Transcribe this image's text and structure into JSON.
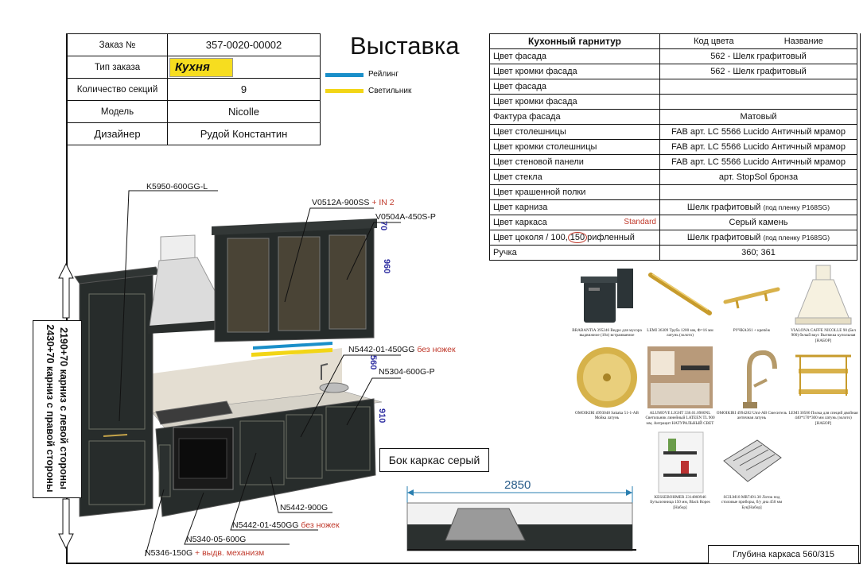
{
  "order": {
    "number_label": "Заказ №",
    "number_value": "357-0020-00002",
    "type_label": "Тип заказа",
    "type_value": "Кухня",
    "sections_label": "Количество секций",
    "sections_value": "9",
    "model_label": "Модель",
    "model_value": "Nicolle",
    "designer_label": "Дизайнер",
    "designer_value": "Рудой Константин"
  },
  "title": "Выставка",
  "legend": {
    "rail": "Рейлинг",
    "rail_color": "#1a8fc9",
    "light": "Светильник",
    "light_color": "#f2d516"
  },
  "spec": {
    "header_label": "Кухонный гарнитур",
    "header_code": "Код цвета",
    "header_name": "Название",
    "rows": [
      {
        "label": "Цвет фасада",
        "value": "562 - Шелк графитовый"
      },
      {
        "label": "Цвет кромки фасада",
        "value": "562 - Шелк графитовый"
      },
      {
        "label": "Цвет фасада",
        "value": ""
      },
      {
        "label": "Цвет кромки фасада",
        "value": ""
      },
      {
        "label": "Фактура фасада",
        "value": "Матовый"
      },
      {
        "label": "Цвет столешницы",
        "value": "FAB арт. LC 5566 Lucido Античный мрамор"
      },
      {
        "label": "Цвет кромки столешницы",
        "value": "FAB арт. LC 5566 Lucido Античный мрамор"
      },
      {
        "label": "Цвет стеновой панели",
        "value": "FAB арт. LC 5566 Lucido Античный мрамор"
      },
      {
        "label": "Цвет стекла",
        "value": "арт. StopSol бронза"
      },
      {
        "label": "Цвет крашенной полки",
        "value": ""
      },
      {
        "label": "Цвет карниза",
        "value": "Шелк графитовый",
        "note": "(под пленку P168SG)"
      },
      {
        "label": "Цвет каркаса",
        "value": "Серый камень",
        "tag": "Standard"
      },
      {
        "label_pre": "Цвет цоколя / 100,",
        "label_circ": "150",
        "label_post": "рифленный",
        "value": "Шелк графитовый",
        "note": "(под пленку P168SG)"
      },
      {
        "label": "Ручка",
        "value": "360; 361"
      }
    ]
  },
  "labels": {
    "hood": "K5950-600GG-L",
    "wall_glass": "V0512A-900SS",
    "wall_glass_extra": "+ IN 2",
    "wall_small": "V0504A-450S-P",
    "dim70": "70",
    "dim960": "960",
    "n5442_01_top": "N5442-01-450GG",
    "n5442_01_top_note": "без ножек",
    "dim560": "560",
    "n5304": "N5304-600G-P",
    "dim910": "910",
    "n5442_900": "N5442-900G",
    "n5442_01_bottom": "N5442-01-450GG",
    "n5442_01_bottom_note": "без ножек",
    "n5340": "N5340-05-600G",
    "n5346": "N5346-150G",
    "n5346_note": "+ выдв. механизм"
  },
  "side_text_line1": "2190+70 карниз с левой стороны",
  "side_text_line2": "2430+70 карниз с правой стороны",
  "bok_label": "Бок каркас серый",
  "plan_width": "2850",
  "depth_label": "Глубина каркаса 560/315",
  "products": [
    {
      "icon": "trash-bin-icon",
      "caption": "BRABANTIA 395246 Ведро для мусора выдвижное (10л) встраиваемое"
    },
    {
      "icon": "rail-tube-icon",
      "caption": "LEMI 36309 Труба 1200 мм, Ф=16 мм латунь (золото)"
    },
    {
      "icon": "handle-icon",
      "caption": "РУЧКА361 + крепёж"
    },
    {
      "icon": "hood-icon",
      "caption": "VIALONA CAFFE NICOLLE 90 (Бел 900) белый вкус Вытяжка купольная [НАБОР]"
    },
    {
      "icon": "sink-icon",
      "caption": "OMOIKIRI 4993048 Sakaka 51-1-AB Мойка латунь"
    },
    {
      "icon": "led-light-icon",
      "caption": "ALUMOVE LIGHT 336.01.0900NL Светильник линейный LATEEN TL 900 мм, Антрацит НАТУРАЛЬНЫЙ СВЕТ"
    },
    {
      "icon": "faucet-icon",
      "caption": "OMOIKIRI 4994282 Umi-AB Смеситель античная латунь"
    },
    {
      "icon": "shelf-icon",
      "caption": "LEMI 30506 Полка для специй двойная 440*170*300 мм латунь (золото) [НАБОР]"
    },
    {
      "icon": "cargo-icon",
      "caption": "KESSEBOHMER 2314860946 Бутылочница 150 мм, Black Ropes [Набор]"
    },
    {
      "icon": "cutlery-tray-icon",
      "caption": "SCILM18 MR7491.30 Лоток под столовые приборы, б/у дна 450 мм Бук[Набор]"
    }
  ]
}
